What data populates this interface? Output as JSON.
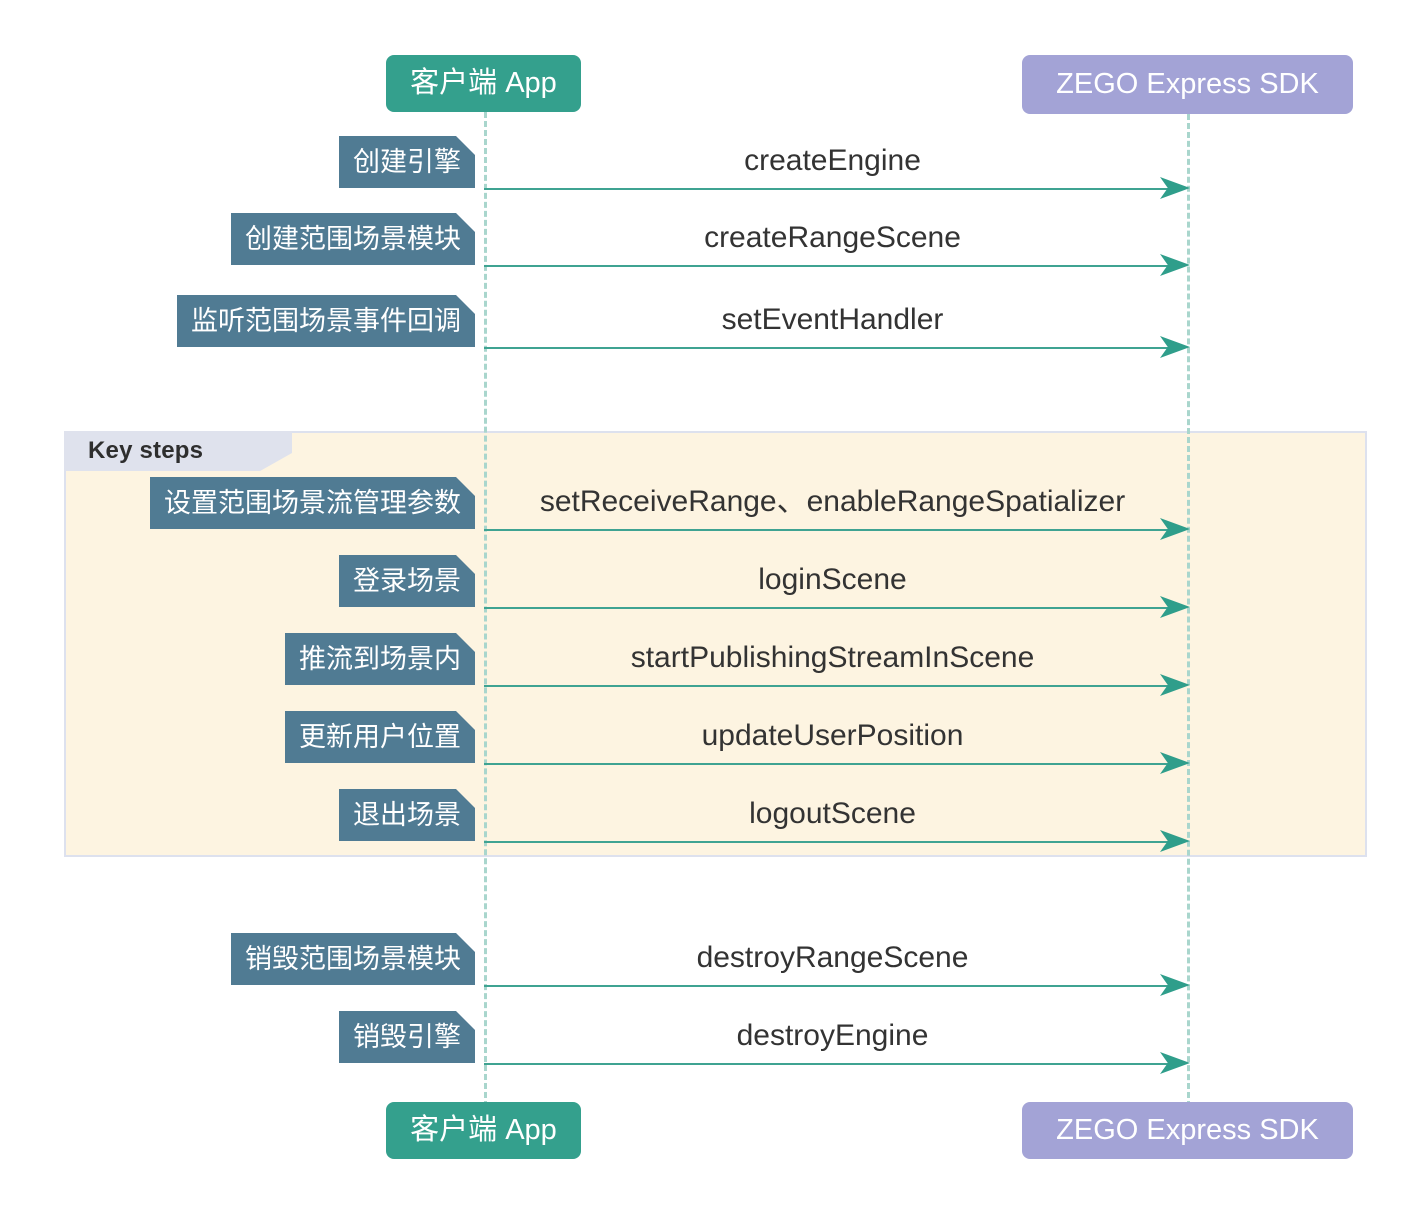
{
  "diagram": {
    "type": "sequence-diagram",
    "actors": [
      {
        "id": "app",
        "label": "客户端 App",
        "color": "#34a08d"
      },
      {
        "id": "sdk",
        "label": "ZEGO Express SDK",
        "color": "#a3a3d6"
      }
    ],
    "fragment": {
      "label": "Key steps",
      "tab_color": "#dfe2ed",
      "fill_color": "#fdf4e1",
      "border_color": "#dde1ee"
    },
    "colors": {
      "arrow": "#3fa392",
      "lifeline": "#a9d6cd",
      "step_label_bg": "#507b93",
      "message_text": "#333333"
    },
    "steps": [
      {
        "caption": "创建引擎",
        "message": "createEngine",
        "in_fragment": false
      },
      {
        "caption": "创建范围场景模块",
        "message": "createRangeScene",
        "in_fragment": false
      },
      {
        "caption": "监听范围场景事件回调",
        "message": "setEventHandler",
        "in_fragment": false
      },
      {
        "caption": "设置范围场景流管理参数",
        "message": "setReceiveRange、enableRangeSpatializer",
        "in_fragment": true
      },
      {
        "caption": "登录场景",
        "message": "loginScene",
        "in_fragment": true
      },
      {
        "caption": "推流到场景内",
        "message": "startPublishingStreamInScene",
        "in_fragment": true
      },
      {
        "caption": "更新用户位置",
        "message": "updateUserPosition",
        "in_fragment": true
      },
      {
        "caption": "退出场景",
        "message": "logoutScene",
        "in_fragment": true
      },
      {
        "caption": "销毁范围场景模块",
        "message": "destroyRangeScene",
        "in_fragment": false
      },
      {
        "caption": "销毁引擎",
        "message": "destroyEngine",
        "in_fragment": false
      }
    ]
  }
}
